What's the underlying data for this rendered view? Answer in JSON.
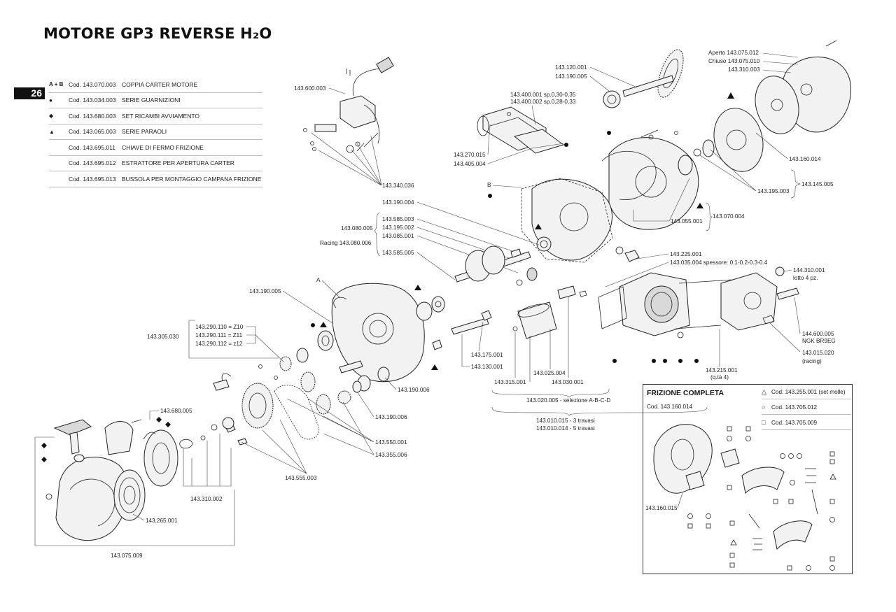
{
  "page": {
    "title": "MOTORE GP3 REVERSE H₂O",
    "page_number": "26"
  },
  "legend": [
    {
      "symbol": "A + B",
      "code": "Cod. 143.070.003",
      "desc": "COPPIA CARTER MOTORE"
    },
    {
      "symbol": "●",
      "code": "Cod. 143.034.003",
      "desc": "SERIE GUARNIZIONI"
    },
    {
      "symbol": "◆",
      "code": "Cod. 143.680.003",
      "desc": "SET RICAMBI AVVIAMENTO"
    },
    {
      "symbol": "▲",
      "code": "Cod. 143.065.003",
      "desc": "SERIE PARAOLI"
    },
    {
      "symbol": "",
      "code": "Cod. 143.695.011",
      "desc": "CHIAVE DI FERMO FRIZIONE"
    },
    {
      "symbol": "",
      "code": "Cod. 143.695.012",
      "desc": "ESTRATTORE PER APERTURA CARTER"
    },
    {
      "symbol": "",
      "code": "Cod. 143.695.013",
      "desc": "BUSSOLA PER MONTAGGIO CAMPANA FRIZIONE"
    }
  ],
  "labels": {
    "l_600003": "143.600.003",
    "l_340036": "143.340.036",
    "l_120001": "143.120.001",
    "l_190005a": "143.190.005",
    "l_400001": "143.400.001 sp.0,30-0,35",
    "l_400002": "143.400.002 sp.0,28-0,33",
    "l_270015": "143.270.015",
    "l_405004": "143.405.004",
    "l_B": "B",
    "l_aperto": "Aperto 143.075.012",
    "l_chiuso": "Chiuso 143.075.010",
    "l_310003": "143.310.003",
    "l_160014": "143.160.014",
    "l_145005": "143.145.005",
    "l_195003": "143.195.003",
    "l_055001": "143.055.001",
    "l_070004": "143.070.004",
    "l_190004": "143.190.004",
    "l_080005": "143.080.005",
    "l_racing080006": "Racing 143.080.006",
    "l_585003": "143.585.003",
    "l_195002": "143.195.002",
    "l_085001": "143.085.001",
    "l_585005": "143.585.005",
    "l_225001": "143.225.001",
    "l_035004": "143.035.004 spessore: 0.1-0.2-0.3-0.4",
    "l_144310001": "144.310.001",
    "l_lotto": "lotto 4 pz.",
    "l_A": "A",
    "l_190005b": "143.190.005",
    "l_z10": "143.290.110 = Z10",
    "l_z11": "143.290.111 = Z11",
    "l_z12": "143.290.112 = z12",
    "l_305030": "143.305.030",
    "l_175001": "143.175.001",
    "l_130001": "143.130.001",
    "l_190006": "143.190.006",
    "l_190006b": "143.190.006",
    "l_680005": "143.680.005",
    "l_550001": "143.550.001",
    "l_355006": "143.355.006",
    "l_555003": "143.555.003",
    "l_310002": "143.310.002",
    "l_265001": "143.265.001",
    "l_075009": "143.075.009",
    "l_315001": "143.315.001",
    "l_025004": "143.025.004",
    "l_030001": "143.030.001",
    "l_020005": "143.020.005 - selezione A-B-C-D",
    "l_010015": "143.010.015 - 3 travasi",
    "l_010014": "143.010.014 - 5 travasi",
    "l_215001": "143.215.001",
    "l_qta4": "(q.tà 4)",
    "l_144600005": "144.600.005",
    "l_ngk": "NGK BR9EG",
    "l_015020": "143.015.020",
    "l_racing": "(racing)",
    "l_160015": "143.160.015"
  },
  "clutch": {
    "title": "FRIZIONE COMPLETA",
    "code": "Cod. 143.160.014",
    "legend": [
      {
        "icon": "△",
        "text": "Cod. 143.255.001 (set molle)"
      },
      {
        "icon": "○",
        "text": "Cod. 143.705.012"
      },
      {
        "icon": "□",
        "text": "Cod. 143.705.009"
      }
    ]
  }
}
